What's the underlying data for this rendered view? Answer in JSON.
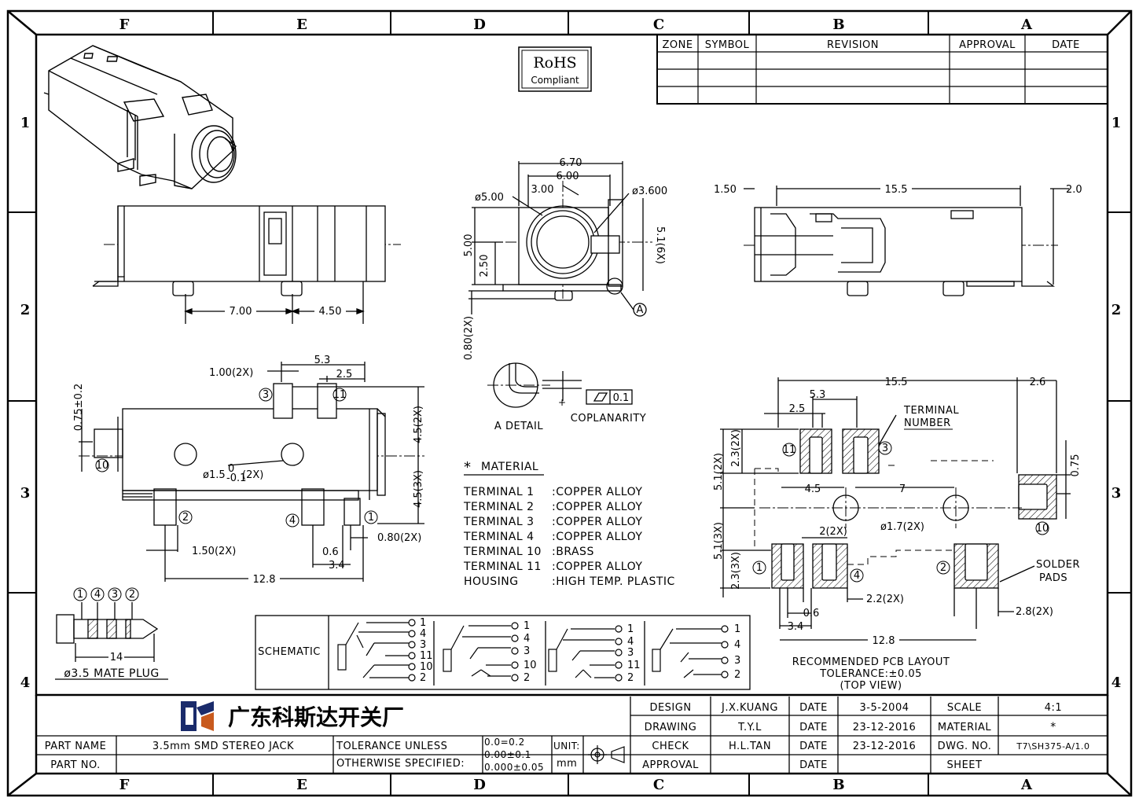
{
  "zones": {
    "top": [
      "F",
      "E",
      "D",
      "C",
      "B",
      "A"
    ],
    "side": [
      "1",
      "2",
      "3",
      "4"
    ]
  },
  "rohs": {
    "line1": "RoHS",
    "line2": "Compliant"
  },
  "revision_table": {
    "headers": [
      "ZONE",
      "SYMBOL",
      "REVISION",
      "APPROVAL",
      "DATE"
    ]
  },
  "dimensions": {
    "front": {
      "d1": "7.00",
      "d2": "4.50"
    },
    "end": {
      "w1": "6.70",
      "w2": "6.00",
      "w3": "3.00",
      "dia1": "ø5.00",
      "dia2": "ø3.600",
      "h1": "5.00",
      "h2": "2.50",
      "h3": "5.1(6X)",
      "h4": "0.80(2X)",
      "detail_ref": "A"
    },
    "side": {
      "l1": "1.50",
      "l2": "15.5",
      "l3": "2.0"
    },
    "top": {
      "a": "5.3",
      "b": "2.5",
      "c": "1.00(2X)",
      "d": "0.75±0.2",
      "e": "4.5(2X)",
      "f": "4.5(3X)",
      "g": "ø1.5",
      "g_tol_up": "0",
      "g_tol_dn": "-0.1",
      "g_suffix": "(2X)",
      "h": "1.50(2X)",
      "i": "0.80(2X)",
      "j": "0.6",
      "k": "3.4",
      "l": "12.8"
    },
    "pcb": {
      "a": "15.5",
      "b": "2.6",
      "c": "5.3",
      "d": "2.5",
      "e": "2.3(2X)",
      "f": "5.1(2X)",
      "g": "4.5",
      "h": "7",
      "i": "0.75",
      "j": "2(2X)",
      "k": "ø1.7(2X)",
      "l": "5.1(3X)",
      "m": "2.3(3X)",
      "n": "0.6",
      "o": "2.2(2X)",
      "p": "3.4",
      "q": "2.8(2X)",
      "r": "12.8"
    }
  },
  "terminal_numbers": [
    "1",
    "2",
    "3",
    "4",
    "10",
    "11"
  ],
  "detail": {
    "label": "A DETAIL",
    "coplanarity": "COPLANARITY",
    "tol": "0.1"
  },
  "material": {
    "title": "MATERIAL",
    "rows": [
      {
        "part": "TERMINAL 1",
        "mat": ":COPPER  ALLOY"
      },
      {
        "part": "TERMINAL 2",
        "mat": ":COPPER  ALLOY"
      },
      {
        "part": "TERMINAL 3",
        "mat": ":COPPER  ALLOY"
      },
      {
        "part": "TERMINAL 4",
        "mat": ":COPPER  ALLOY"
      },
      {
        "part": "TERMINAL 10",
        "mat": ":BRASS"
      },
      {
        "part": "TERMINAL 11",
        "mat": ":COPPER  ALLOY"
      },
      {
        "part": "HOUSING",
        "mat": ":HIGH  TEMP.  PLASTIC"
      }
    ]
  },
  "pcb_labels": {
    "terminal_number": "TERMINAL\nNUMBER",
    "solder_pads": "SOLDER\nPADS",
    "rec1": "RECOMMENDED  PCB  LAYOUT",
    "rec2": "TOLERANCE:±0.05",
    "rec3": "(TOP  VIEW)"
  },
  "plug": {
    "length": "14",
    "label": "ø3.5  MATE  PLUG"
  },
  "schematic": {
    "label": "SCHEMATIC",
    "sets": [
      [
        "1",
        "4",
        "3",
        "11",
        "10",
        "2"
      ],
      [
        "1",
        "4",
        "3",
        "10",
        "2"
      ],
      [
        "1",
        "4",
        "3",
        "11",
        "2"
      ],
      [
        "1",
        "4",
        "3",
        "2"
      ]
    ]
  },
  "title_block": {
    "company": "广东科斯达开关厂",
    "part_name_label": "PART NAME",
    "part_name": "3.5mm  SMD  STEREO  JACK",
    "part_no_label": "PART NO.",
    "tol_label1": "TOLERANCE  UNLESS",
    "tol_label2": "OTHERWISE  SPECIFIED:",
    "tol_v1": "0.0=0.2",
    "tol_v2": "0.00±0.1",
    "tol_v3": "0.000±0.05",
    "unit_label": "UNIT:",
    "unit": "mm",
    "design_label": "DESIGN",
    "design": "J.X.KUANG",
    "design_date": "3-5-2004",
    "drawing_label": "DRAWING",
    "drawing": "T.Y.L",
    "drawing_date": "23-12-2016",
    "check_label": "CHECK",
    "check": "H.L.TAN",
    "check_date": "23-12-2016",
    "approval_label": "APPROVAL",
    "date_label": "DATE",
    "scale_label": "SCALE",
    "scale": "4:1",
    "material_label": "MATERIAL",
    "material": "*",
    "dwg_label": "DWG. NO.",
    "dwg": "T7\\SH375-A/1.0",
    "sheet_label": "SHEET"
  }
}
